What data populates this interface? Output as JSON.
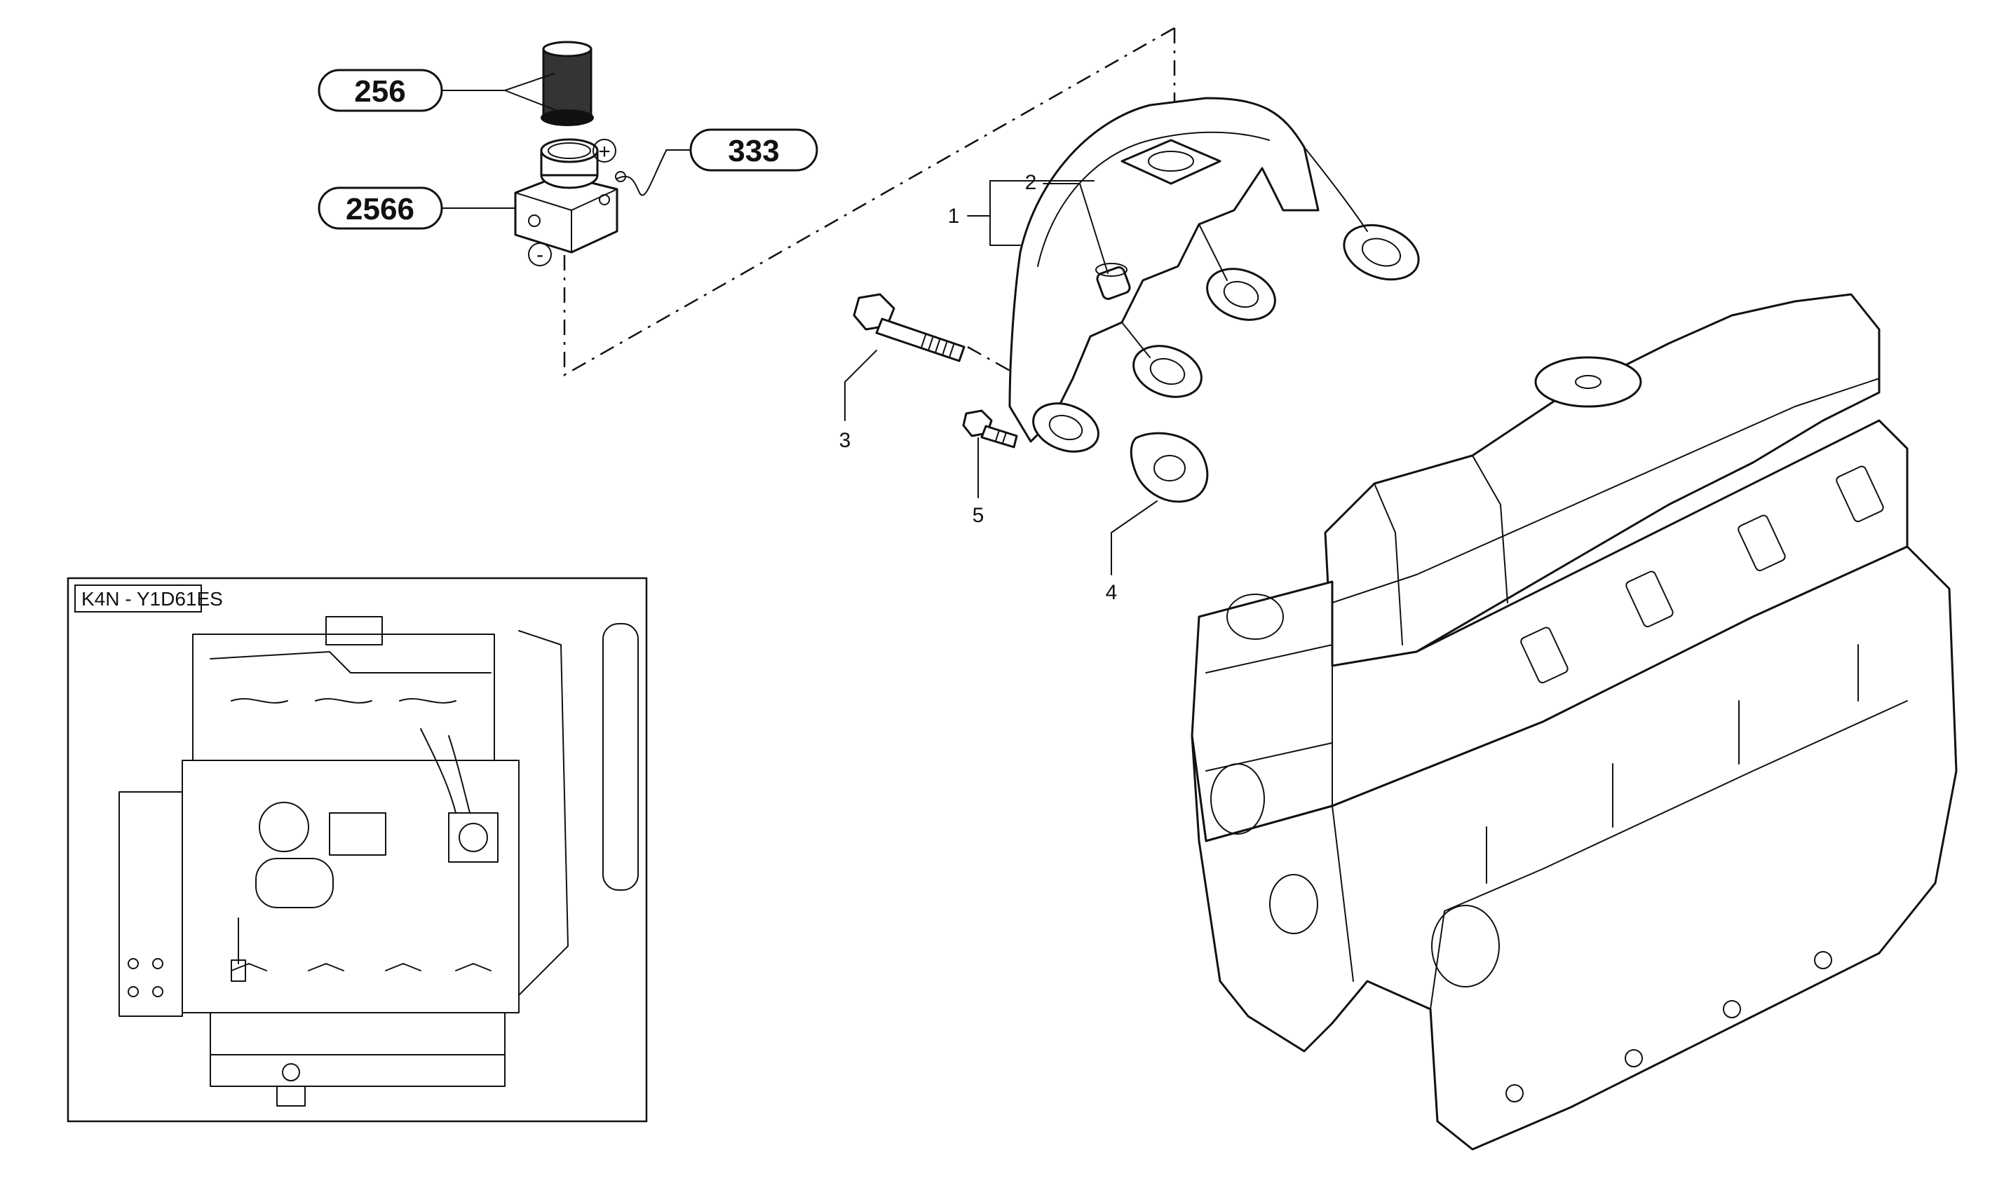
{
  "callouts": {
    "badge_256": "256",
    "badge_333": "333",
    "badge_2566": "2566",
    "part_1": "1",
    "part_2": "2",
    "part_3": "3",
    "part_4": "4",
    "part_5": "5",
    "plus_symbol": "+",
    "minus_symbol": "-"
  },
  "inset": {
    "title": "K4N - Y1D61ES"
  }
}
